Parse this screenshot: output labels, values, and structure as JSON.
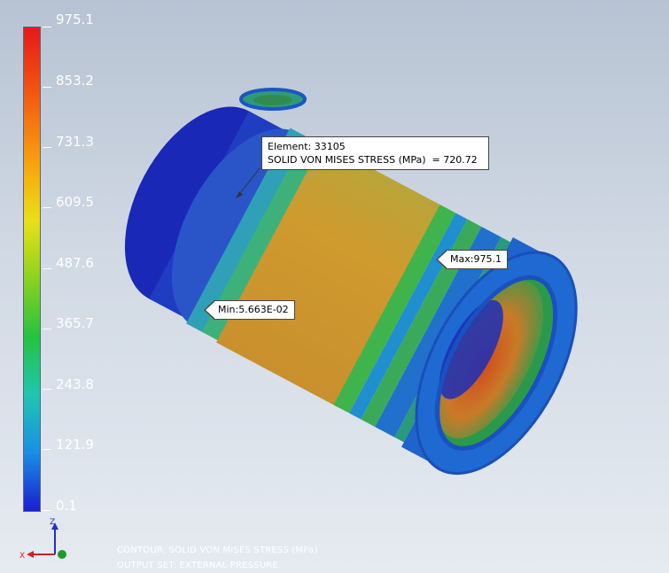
{
  "legend": {
    "ticks": [
      "975.1",
      "853.2",
      "731.3",
      "609.5",
      "487.6",
      "365.7",
      "243.8",
      "121.9",
      "0.1"
    ],
    "max_color": "#e8171a",
    "min_color": "#1a1ed0"
  },
  "probe": {
    "element_line": "Element: 33105",
    "stress_line": "SOLID VON MISES STRESS (MPa)  = 720.72"
  },
  "min_tag": "Min:5.663E-02",
  "max_tag": "Max:975.1",
  "footer": {
    "contour": "CONTOUR: SOLID VON MISES STRESS (MPa)",
    "output_set": "OUTPUT SET: EXTERNAL PRESSURE"
  },
  "triad": {
    "z_label": "Z",
    "x_label": "X"
  }
}
